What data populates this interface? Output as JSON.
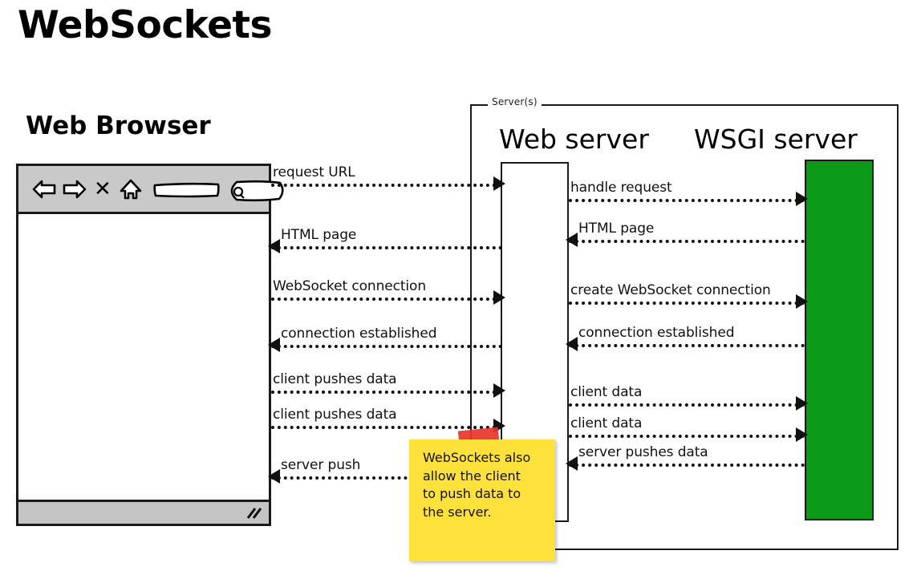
{
  "title": "WebSockets",
  "browser": {
    "heading": "Web Browser",
    "toolbar": {
      "back_icon": "back-arrow-icon",
      "forward_icon": "forward-arrow-icon",
      "stop_label": "✕",
      "stop_icon": "stop-x-icon",
      "home_icon": "home-icon",
      "url_field_value": "",
      "url_field_placeholder": "",
      "search_field_value": "",
      "search_icon": "magnifier-icon"
    },
    "statusbar": {
      "resize_grip_icon": "resize-grip-icon"
    }
  },
  "servers": {
    "group_label": "Server(s)",
    "web_server_heading": "Web server",
    "wsgi_server_heading": "WSGI server",
    "wsgi_color": "#0a9a18"
  },
  "messages_left": [
    {
      "label": "request URL",
      "direction": "right"
    },
    {
      "label": "HTML page",
      "direction": "left"
    },
    {
      "label": "WebSocket connection",
      "direction": "right"
    },
    {
      "label": "connection established",
      "direction": "left"
    },
    {
      "label": "client pushes data",
      "direction": "right"
    },
    {
      "label": "client pushes data",
      "direction": "right"
    },
    {
      "label": "server push",
      "direction": "left"
    }
  ],
  "messages_right": [
    {
      "label": "handle request",
      "direction": "right"
    },
    {
      "label": "HTML page",
      "direction": "left"
    },
    {
      "label": "create WebSocket connection",
      "direction": "right"
    },
    {
      "label": "connection established",
      "direction": "left"
    },
    {
      "label": "client data",
      "direction": "right"
    },
    {
      "label": "client data",
      "direction": "right"
    },
    {
      "label": "server pushes data",
      "direction": "left"
    }
  ],
  "note": {
    "text": "WebSockets also allow the client to push data to the server.",
    "color": "#ffe13c",
    "tape_color": "#e8342c"
  }
}
